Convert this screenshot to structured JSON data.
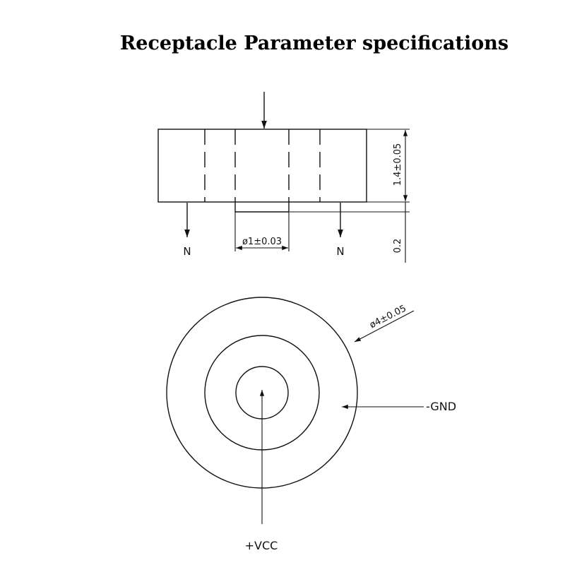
{
  "title": "Receptacle Parameter specifications",
  "side_view": {
    "height_dim": "1.4±0.05",
    "protrusion_dim": "0.2",
    "hole_dim": "ø1±0.03",
    "left_arrow_label": "N",
    "right_arrow_label": "N"
  },
  "top_view": {
    "outer_dia_dim": "ø4±0.05",
    "gnd_label": "-GND",
    "vcc_label": "+VCC"
  },
  "colors": {
    "line": "#111111",
    "background": "#ffffff"
  }
}
